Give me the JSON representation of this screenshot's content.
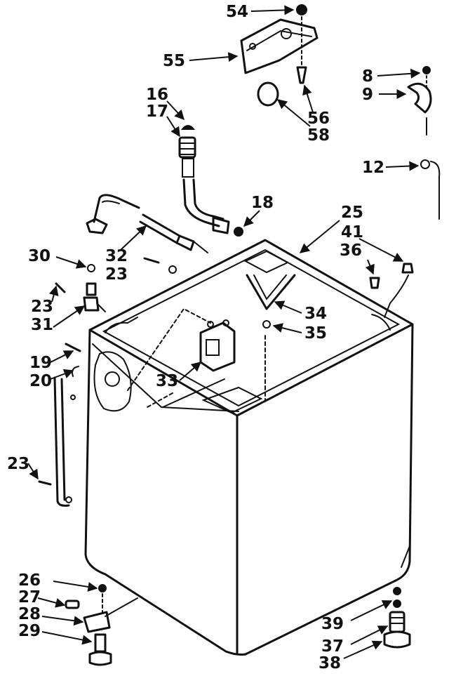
{
  "diagram": {
    "part_labels": {
      "p54": "54",
      "p55": "55",
      "p56": "56",
      "p58": "58",
      "p8": "8",
      "p9": "9",
      "p12": "12",
      "p16": "16",
      "p17": "17",
      "p18": "18",
      "p25": "25",
      "p41": "41",
      "p36": "36",
      "p30": "30",
      "p32": "32",
      "p23a": "23",
      "p23b": "23",
      "p31": "31",
      "p34": "34",
      "p35": "35",
      "p19": "19",
      "p20": "20",
      "p33": "33",
      "p23c": "23",
      "p26": "26",
      "p27": "27",
      "p28": "28",
      "p29": "29",
      "p39": "39",
      "p37": "37",
      "p38": "38"
    }
  }
}
